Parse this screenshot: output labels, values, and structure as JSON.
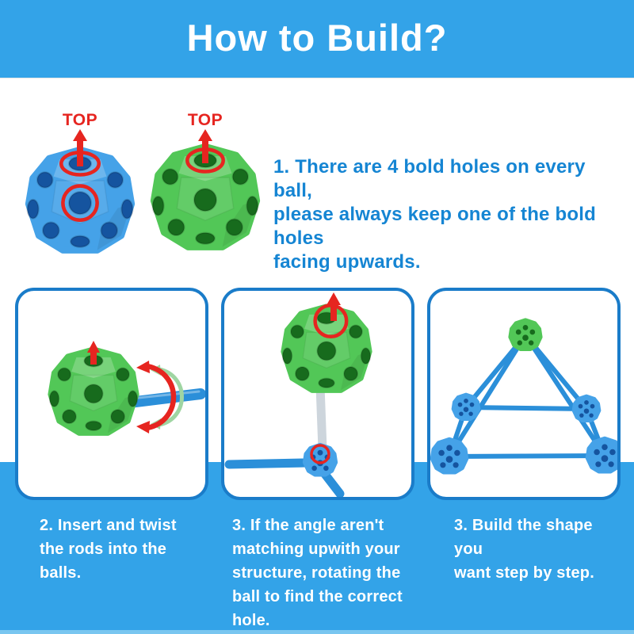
{
  "header": {
    "title": "How to Build?"
  },
  "intro": {
    "top_label": "TOP",
    "lines": [
      "1. There are 4 bold holes on every ball,",
      "please always keep one of the bold holes",
      "facing upwards."
    ]
  },
  "steps": [
    {
      "lines": [
        "2. Insert and twist",
        "the rods into the balls."
      ]
    },
    {
      "lines": [
        "3. If the angle aren't",
        "matching upwith your",
        "structure, rotating the",
        "ball to find the correct hole."
      ]
    },
    {
      "lines": [
        "3. Build the shape you",
        "want step by step."
      ]
    }
  ],
  "colors": {
    "band_blue": "#33a3e8",
    "footer_strip": "#79c6f0",
    "card_border": "#1a7cc9",
    "text_blue": "#1585d3",
    "caption_text": "#ffffff",
    "label_red": "#e62520",
    "ball_blue": "#45a2e8",
    "ball_blue_hole": "#15549f",
    "ball_green": "#52c757",
    "ball_green_hole": "#176b1d",
    "rod_blue": "#2b8fd9",
    "rod_light": "#cdd5dc",
    "ghost_green": "#9fd5a2"
  }
}
